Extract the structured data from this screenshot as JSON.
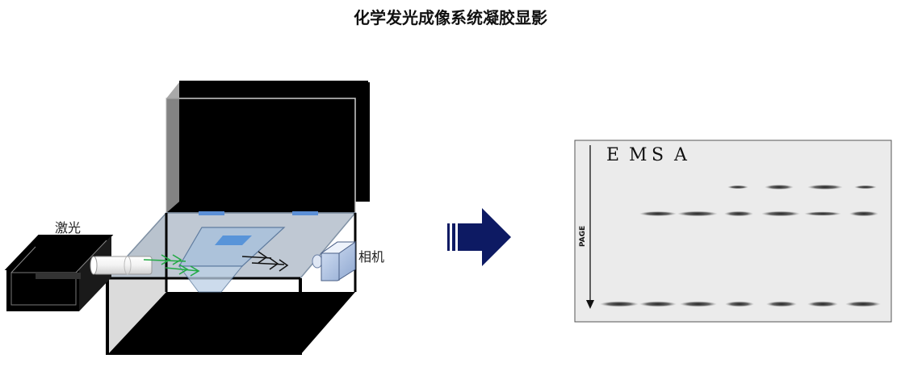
{
  "title": "化学发光成像系统凝胶显影",
  "apparatus": {
    "laser_label": "激光",
    "camera_label": "相机",
    "beam_color": "#22aa44",
    "reflected_beam_color": "#111111"
  },
  "gel": {
    "header_letters": [
      "E",
      "M",
      "S",
      "A"
    ],
    "axis_label": "PAGE",
    "background_color": "#ebebeb",
    "band_color": "#2a2a2a"
  },
  "arrow_color": "#0d1a63"
}
